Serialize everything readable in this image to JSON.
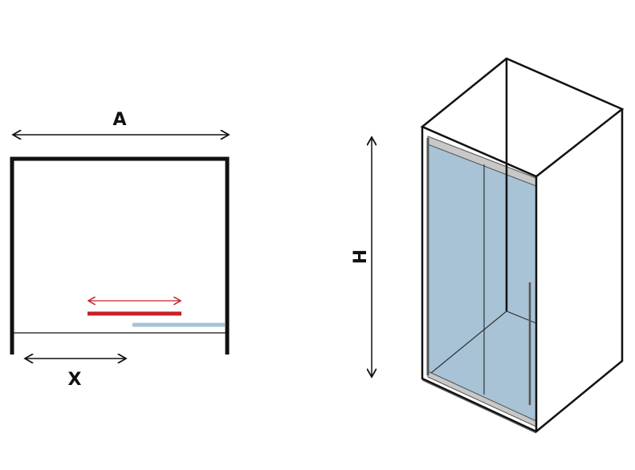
{
  "labels": {
    "width": "A",
    "opening": "X",
    "height": "H"
  },
  "colors": {
    "glass": "#a7c3d5",
    "frame": "#c8c8c8",
    "red_panel": "#c8202a",
    "blue_panel": "#a7c3d5",
    "line": "#111111"
  }
}
